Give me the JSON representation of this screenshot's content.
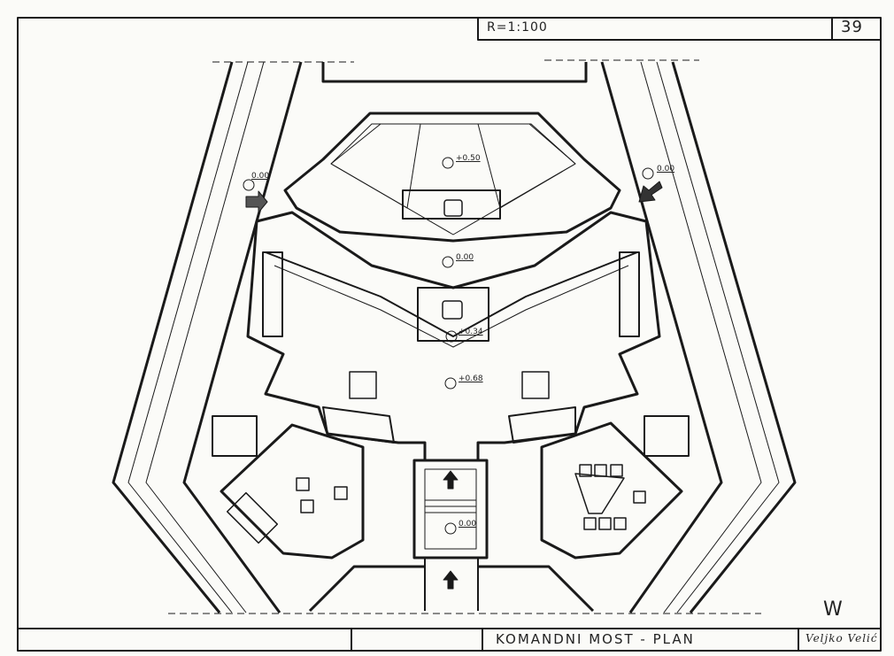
{
  "title_block": {
    "scale": "R=1:100",
    "sheet_number": "39",
    "drawing_title": "KOMANDNI MOST - PLAN",
    "north_mark": "W",
    "signature": "Veljko Velić"
  },
  "elevations": {
    "upper_bridge": "+0.50",
    "main_floor": "0.00",
    "center_lower": "+0.34",
    "center": "+0.68",
    "stair": "0.00",
    "left_entry": "0.00",
    "right_entry": "0.00"
  },
  "colors": {
    "ink": "#1a1a1a",
    "paper": "#fbfbf8"
  }
}
